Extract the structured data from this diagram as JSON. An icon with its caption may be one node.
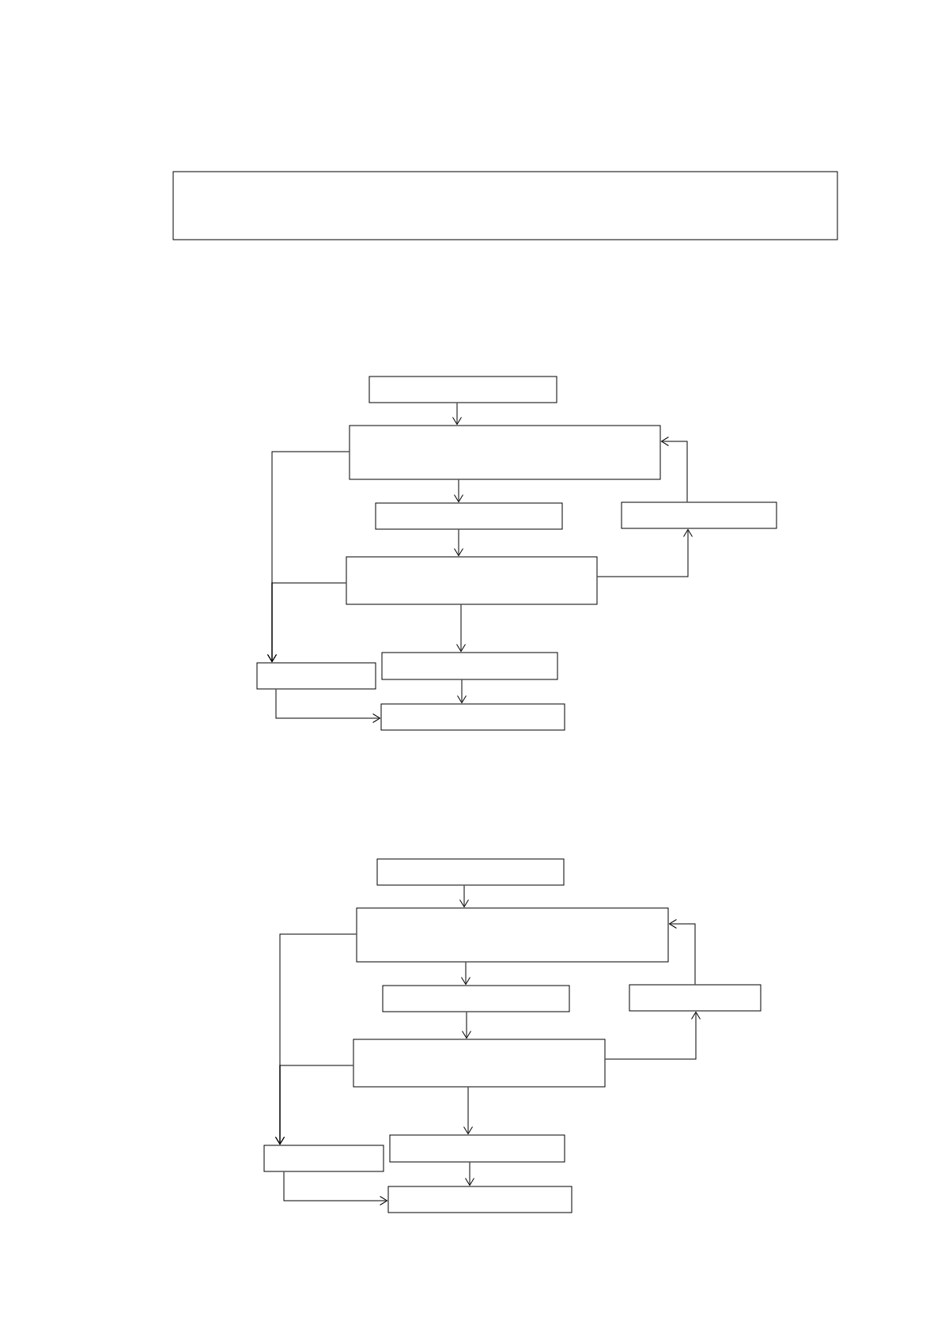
{
  "diagram": {
    "nodes": [
      {
        "text": [],
        "shape": "box"
      },
      {
        "text": [],
        "shape": "box"
      },
      {
        "text": [],
        "shape": "box"
      },
      {
        "text": [],
        "shape": "box"
      },
      {
        "text": [],
        "shape": "box"
      },
      {
        "text": [],
        "shape": "box"
      },
      {
        "text": [],
        "shape": "box"
      },
      {
        "text": [],
        "shape": "box"
      },
      {
        "text": [],
        "shape": "box"
      },
      {
        "text": [],
        "shape": "box"
      },
      {
        "text": [],
        "shape": "box"
      },
      {
        "text": [],
        "shape": "box"
      },
      {
        "text": [],
        "shape": "box"
      },
      {
        "text": [],
        "shape": "box"
      },
      {
        "text": [],
        "shape": "box"
      },
      {
        "text": [],
        "shape": "box"
      },
      {
        "text": [],
        "shape": "box"
      }
    ],
    "edges": [
      {
        "from": 1,
        "to": 2,
        "arrow": "to"
      },
      {
        "from": 2,
        "to": 3,
        "arrow": "to"
      },
      {
        "from": 3,
        "to": 5,
        "arrow": "to"
      },
      {
        "from": 5,
        "to": 7,
        "arrow": "to"
      },
      {
        "from": 7,
        "to": 8,
        "arrow": "to"
      },
      {
        "from": 5,
        "to": 4,
        "arrow": "to"
      },
      {
        "from": 4,
        "to": 2,
        "arrow": "to"
      },
      {
        "from": 2,
        "to": 6,
        "arrow": "to"
      },
      {
        "from": 5,
        "to": 6,
        "arrow": "to"
      },
      {
        "from": 6,
        "to": 8,
        "arrow": "to"
      },
      {
        "from": 9,
        "to": 10,
        "arrow": "to"
      },
      {
        "from": 10,
        "to": 11,
        "arrow": "to"
      },
      {
        "from": 11,
        "to": 13,
        "arrow": "to"
      },
      {
        "from": 13,
        "to": 15,
        "arrow": "to"
      },
      {
        "from": 15,
        "to": 16,
        "arrow": "to"
      },
      {
        "from": 13,
        "to": 12,
        "arrow": "to"
      },
      {
        "from": 12,
        "to": 10,
        "arrow": "to"
      },
      {
        "from": 10,
        "to": 14,
        "arrow": "to"
      },
      {
        "from": 13,
        "to": 14,
        "arrow": "to"
      },
      {
        "from": 14,
        "to": 16,
        "arrow": "to"
      }
    ]
  }
}
